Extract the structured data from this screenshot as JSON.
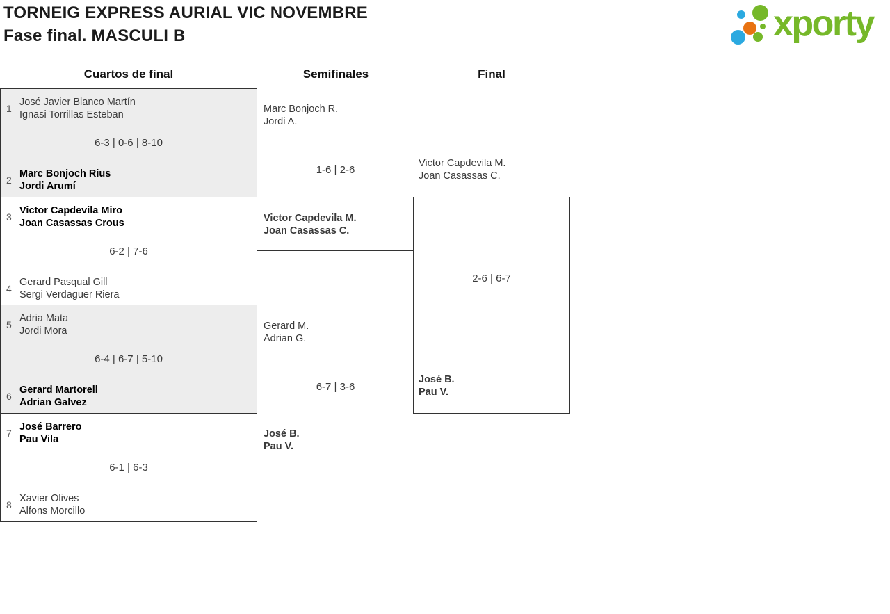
{
  "title": {
    "line1": "TORNEIG EXPRESS AURIAL VIC NOVEMBRE",
    "line2": "Fase final. MASCULI B"
  },
  "logo": {
    "text": "xporty"
  },
  "round_headers": {
    "quarterfinals": "Cuartos de final",
    "semifinals": "Semifinales",
    "final": "Final"
  },
  "colors": {
    "logo_green": "#76b829",
    "logo_blue": "#2ba9e0",
    "logo_orange": "#e87211",
    "bracket_line": "#333333",
    "shaded_match_bg": "#ededed",
    "text_regular": "#3a3a3a",
    "text_winner": "#000000",
    "seed_number": "#555555"
  },
  "quarterfinals": [
    {
      "seed_top": "1",
      "team_top_line1": "José Javier Blanco Martín",
      "team_top_line2": "Ignasi Torrillas Esteban",
      "score": "6-3 | 0-6 | 8-10",
      "seed_bottom": "2",
      "team_bottom_line1": "Marc Bonjoch Rius",
      "team_bottom_line2": "Jordi Arumí",
      "winner": "bottom"
    },
    {
      "seed_top": "3",
      "team_top_line1": "Victor Capdevila Miro",
      "team_top_line2": "Joan Casassas Crous",
      "score": "6-2 | 7-6",
      "seed_bottom": "4",
      "team_bottom_line1": "Gerard Pasqual Gill",
      "team_bottom_line2": "Sergi Verdaguer Riera",
      "winner": "top"
    },
    {
      "seed_top": "5",
      "team_top_line1": "Adria Mata",
      "team_top_line2": "Jordi Mora",
      "score": "6-4 | 6-7 | 5-10",
      "seed_bottom": "6",
      "team_bottom_line1": "Gerard Martorell",
      "team_bottom_line2": "Adrian Galvez",
      "winner": "bottom"
    },
    {
      "seed_top": "7",
      "team_top_line1": "José Barrero",
      "team_top_line2": "Pau Vila",
      "score": "6-1 | 6-3",
      "seed_bottom": "8",
      "team_bottom_line1": "Xavier Olives",
      "team_bottom_line2": "Alfons Morcillo",
      "winner": "top"
    }
  ],
  "semifinals": [
    {
      "team_top_line1": "Marc Bonjoch R.",
      "team_top_line2": "Jordi A.",
      "score": "1-6 | 2-6",
      "team_bottom_line1": "Victor Capdevila M.",
      "team_bottom_line2": "Joan Casassas C.",
      "winner": "bottom"
    },
    {
      "team_top_line1": "Gerard M.",
      "team_top_line2": "Adrian G.",
      "score": "6-7 | 3-6",
      "team_bottom_line1": "José B.",
      "team_bottom_line2": "Pau V.",
      "winner": "bottom"
    }
  ],
  "final": {
    "team_top_line1": "Victor Capdevila M.",
    "team_top_line2": "Joan Casassas C.",
    "score": "2-6 | 6-7",
    "team_bottom_line1": "José B.",
    "team_bottom_line2": "Pau V.",
    "winner": "bottom"
  }
}
